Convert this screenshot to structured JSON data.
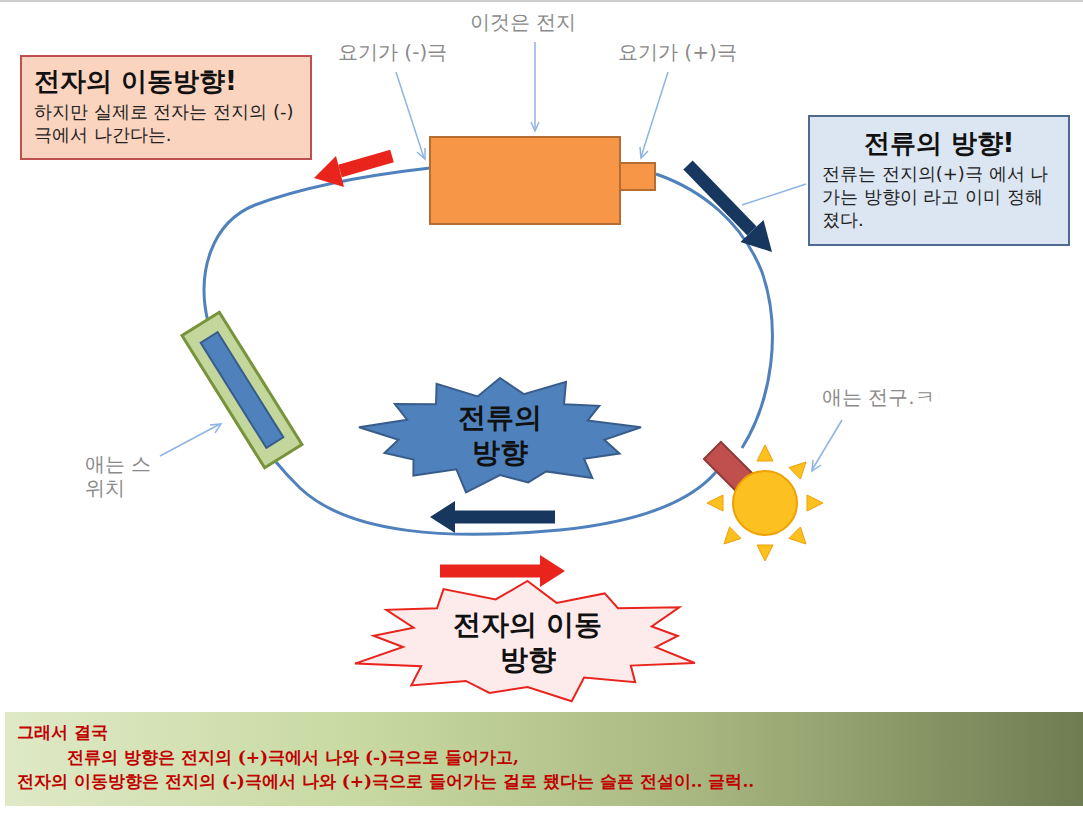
{
  "diagram": {
    "nodes": [
      {
        "text": [
          "전자의 이동방향!",
          "하지만 실제로 전자는 전지의 (-)극에서 나간다는."
        ]
      },
      {
        "text": [
          "전류의 방향!",
          "전류는 전지의(+)극 에서 나가는 방향이 라고 이미 정해졌다."
        ]
      },
      {
        "text": [
          "전류의 방향"
        ]
      },
      {
        "text": [
          "전자의 이동 방향"
        ]
      },
      {
        "text": [
          "그래서 결국",
          "전류의 방향은 전지의 (+)극에서 나와 (-)극으로 들어가고,",
          "전자의 이동방향은 전지의 (-)극에서 나와 (+)극으로 들어가는 걸로 됐다는 슬픈 전설이.. 글럭.."
        ]
      }
    ],
    "labels": [
      "이것은 전지",
      "요기가 (-)극",
      "요기가 (+)극",
      "애는 전구.ㅋ",
      "애는 스위치"
    ]
  }
}
